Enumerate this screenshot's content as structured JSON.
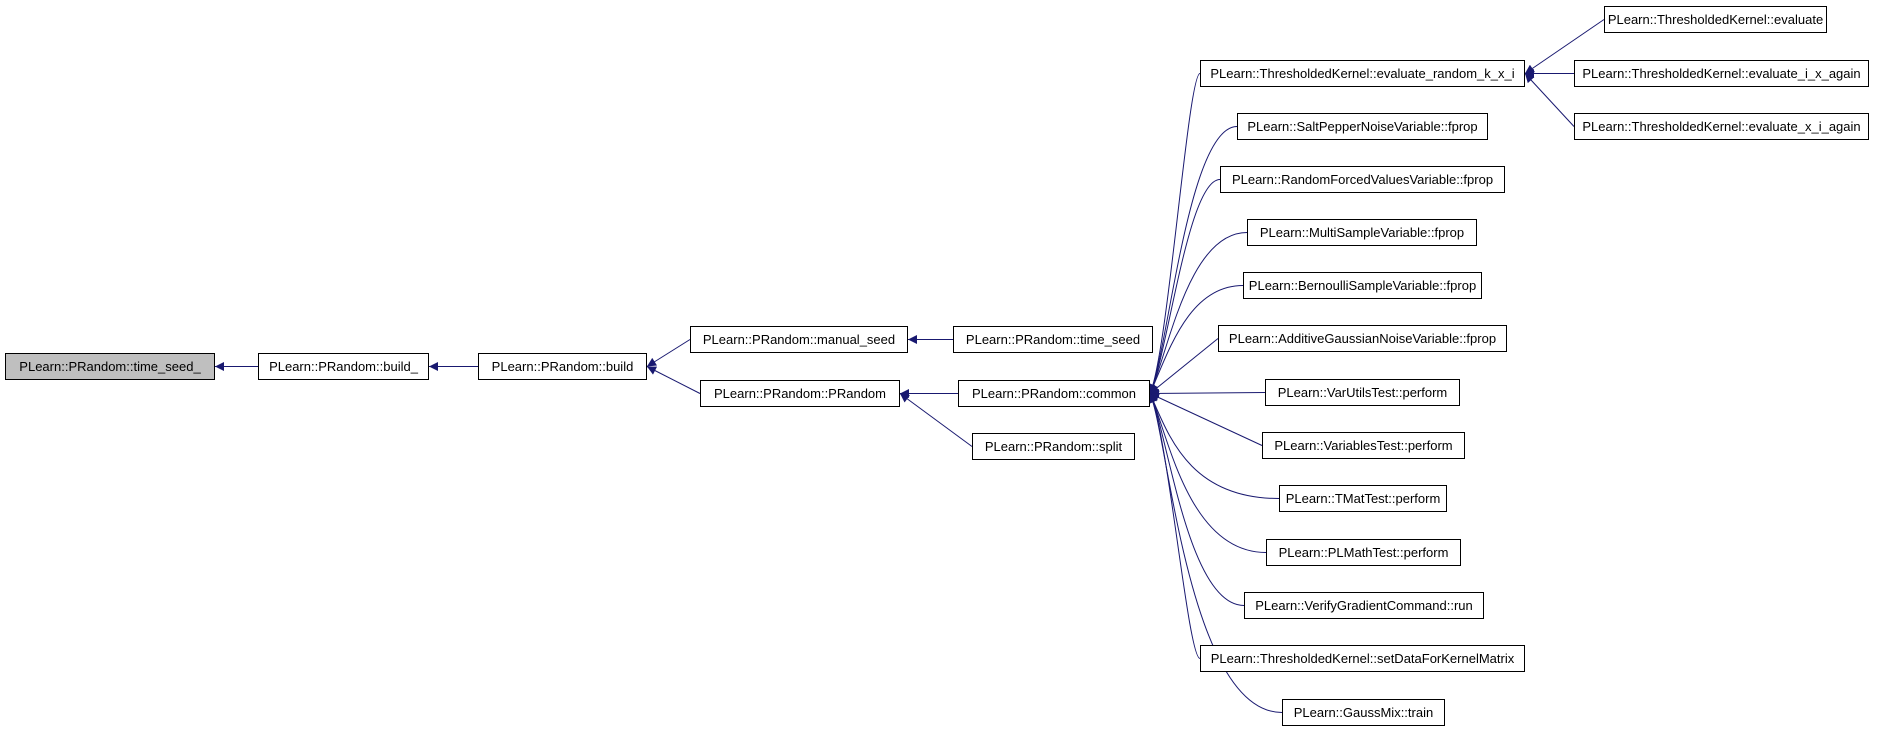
{
  "graph": {
    "edge_color": "#191970",
    "root_fill": "#bfbfbf",
    "nodes": [
      {
        "id": "n0",
        "label": "PLearn::PRandom::time_seed_",
        "root": true
      },
      {
        "id": "n1",
        "label": "PLearn::PRandom::build_"
      },
      {
        "id": "n2",
        "label": "PLearn::PRandom::build"
      },
      {
        "id": "n3",
        "label": "PLearn::PRandom::manual_seed"
      },
      {
        "id": "n4",
        "label": "PLearn::PRandom::PRandom"
      },
      {
        "id": "n5",
        "label": "PLearn::PRandom::time_seed"
      },
      {
        "id": "n6",
        "label": "PLearn::PRandom::common"
      },
      {
        "id": "n7",
        "label": "PLearn::PRandom::split"
      },
      {
        "id": "n8",
        "label": "PLearn::ThresholdedKernel::evaluate_random_k_x_i"
      },
      {
        "id": "n9",
        "label": "PLearn::SaltPepperNoiseVariable::fprop"
      },
      {
        "id": "n10",
        "label": "PLearn::RandomForcedValuesVariable::fprop"
      },
      {
        "id": "n11",
        "label": "PLearn::MultiSampleVariable::fprop"
      },
      {
        "id": "n12",
        "label": "PLearn::BernoulliSampleVariable::fprop"
      },
      {
        "id": "n13",
        "label": "PLearn::AdditiveGaussianNoiseVariable::fprop"
      },
      {
        "id": "n14",
        "label": "PLearn::VarUtilsTest::perform"
      },
      {
        "id": "n15",
        "label": "PLearn::VariablesTest::perform"
      },
      {
        "id": "n16",
        "label": "PLearn::TMatTest::perform"
      },
      {
        "id": "n17",
        "label": "PLearn::PLMathTest::perform"
      },
      {
        "id": "n18",
        "label": "PLearn::VerifyGradientCommand::run"
      },
      {
        "id": "n19",
        "label": "PLearn::ThresholdedKernel::setDataForKernelMatrix"
      },
      {
        "id": "n20",
        "label": "PLearn::GaussMix::train"
      },
      {
        "id": "n21",
        "label": "PLearn::ThresholdedKernel::evaluate"
      },
      {
        "id": "n22",
        "label": "PLearn::ThresholdedKernel::evaluate_i_x_again"
      },
      {
        "id": "n23",
        "label": "PLearn::ThresholdedKernel::evaluate_x_i_again"
      }
    ],
    "edges": [
      {
        "from": "n1",
        "to": "n0"
      },
      {
        "from": "n2",
        "to": "n1"
      },
      {
        "from": "n3",
        "to": "n2"
      },
      {
        "from": "n4",
        "to": "n2"
      },
      {
        "from": "n5",
        "to": "n3"
      },
      {
        "from": "n6",
        "to": "n4"
      },
      {
        "from": "n7",
        "to": "n4"
      },
      {
        "from": "n8",
        "to": "n6"
      },
      {
        "from": "n9",
        "to": "n6"
      },
      {
        "from": "n10",
        "to": "n6"
      },
      {
        "from": "n11",
        "to": "n6"
      },
      {
        "from": "n12",
        "to": "n6"
      },
      {
        "from": "n13",
        "to": "n6"
      },
      {
        "from": "n14",
        "to": "n6"
      },
      {
        "from": "n15",
        "to": "n6"
      },
      {
        "from": "n16",
        "to": "n6"
      },
      {
        "from": "n17",
        "to": "n6"
      },
      {
        "from": "n18",
        "to": "n6"
      },
      {
        "from": "n19",
        "to": "n6"
      },
      {
        "from": "n20",
        "to": "n6"
      },
      {
        "from": "n21",
        "to": "n8"
      },
      {
        "from": "n22",
        "to": "n8"
      },
      {
        "from": "n23",
        "to": "n8"
      }
    ]
  }
}
